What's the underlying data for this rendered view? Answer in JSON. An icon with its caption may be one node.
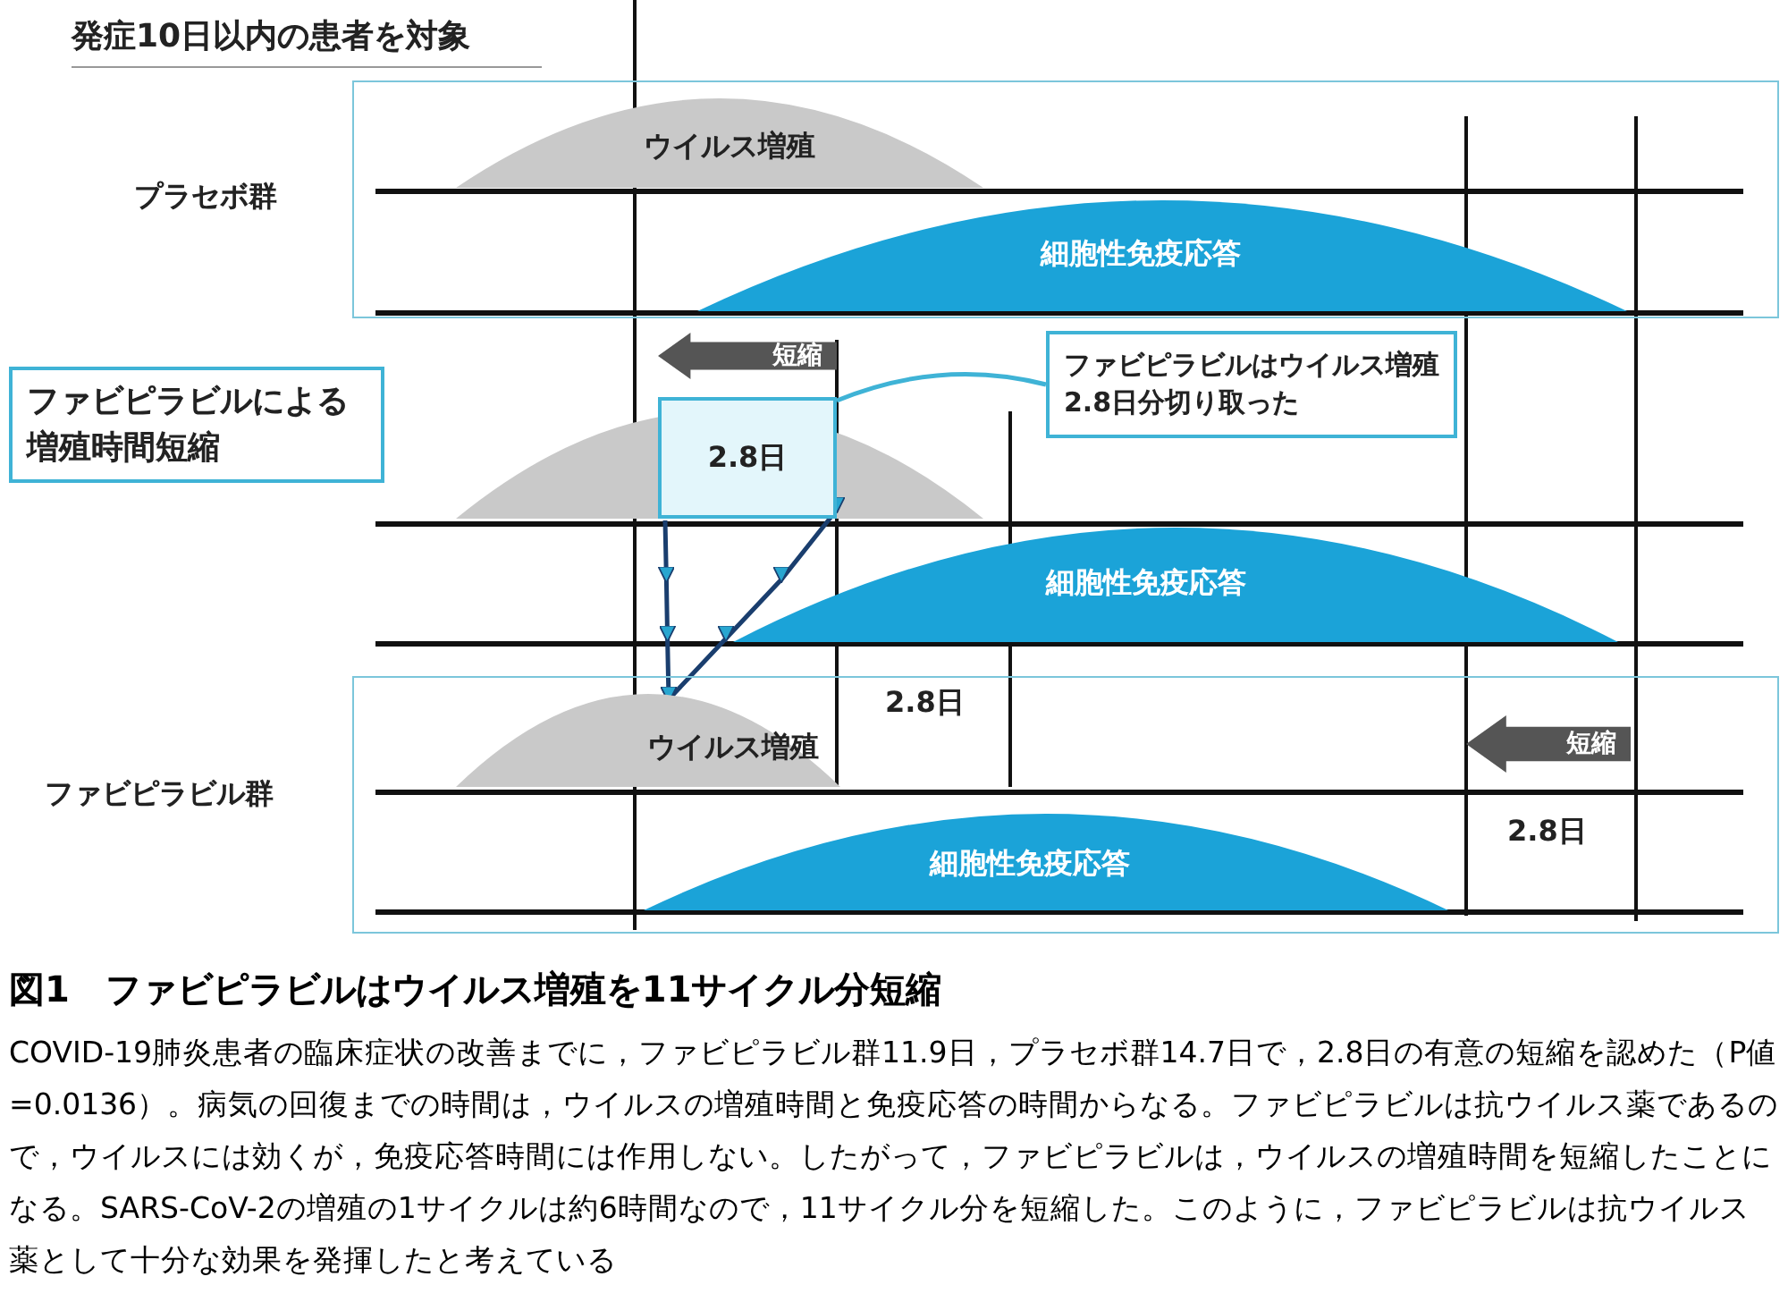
{
  "diagram": {
    "title": "図1　ファビピラビルはウイルス増殖を11サイクル分短縮",
    "caption": "COVID-19肺炎患者の臨床症状の改善までに，ファビピラビル群11.9日，プラセボ群14.7日で，2.8日の有意の短縮を認めた（P値=0.0136）。病気の回復までの時間は，ウイルスの増殖時間と免疫応答の時間からなる。ファビピラビルは抗ウイルス薬であるので，ウイルスには効くが，免疫応答時間には作用しない。したがって，ファビピラビルは，ウイルスの増殖時間を短縮したことになる。SARS-CoV-2の増殖の1サイクルは約6時間なので，11サイクル分を短縮した。このように，ファビピラビルは抗ウイルス薬として十分な効果を発揮したと考えている",
    "nodes": [
      {
        "text": [
          "プラセボ群"
        ]
      },
      {
        "text": [
          "ウイルス増殖"
        ],
        "in": 0
      },
      {
        "text": [
          "細胞性免疫応答"
        ],
        "in": 0
      },
      {
        "text": [
          "ファビピラビルによる増殖時間短縮"
        ]
      },
      {
        "text": [
          "短縮"
        ]
      },
      {
        "text": [
          "2.8日"
        ]
      },
      {
        "text": [
          "ファビピラビルはウイルス増殖2.8日分切り取った"
        ]
      },
      {
        "text": [
          "細胞性免疫応答"
        ]
      },
      {
        "text": [
          "ファビピラビル群"
        ]
      },
      {
        "text": [
          "ウイルス増殖"
        ],
        "in": 8
      },
      {
        "text": [
          "短縮"
        ],
        "in": 8
      },
      {
        "text": [
          "細胞性免疫応答"
        ],
        "in": 8
      }
    ],
    "edges": [
      {
        "from": 6,
        "to": 5,
        "arrow": "none",
        "color": "#3fb3d6"
      },
      {
        "from": 5,
        "to": 9,
        "arrow": "to",
        "color": "#1a3e6e"
      }
    ],
    "labels": [
      "発症10日以内の患者を対象",
      "2.8日",
      "2.8日"
    ]
  }
}
